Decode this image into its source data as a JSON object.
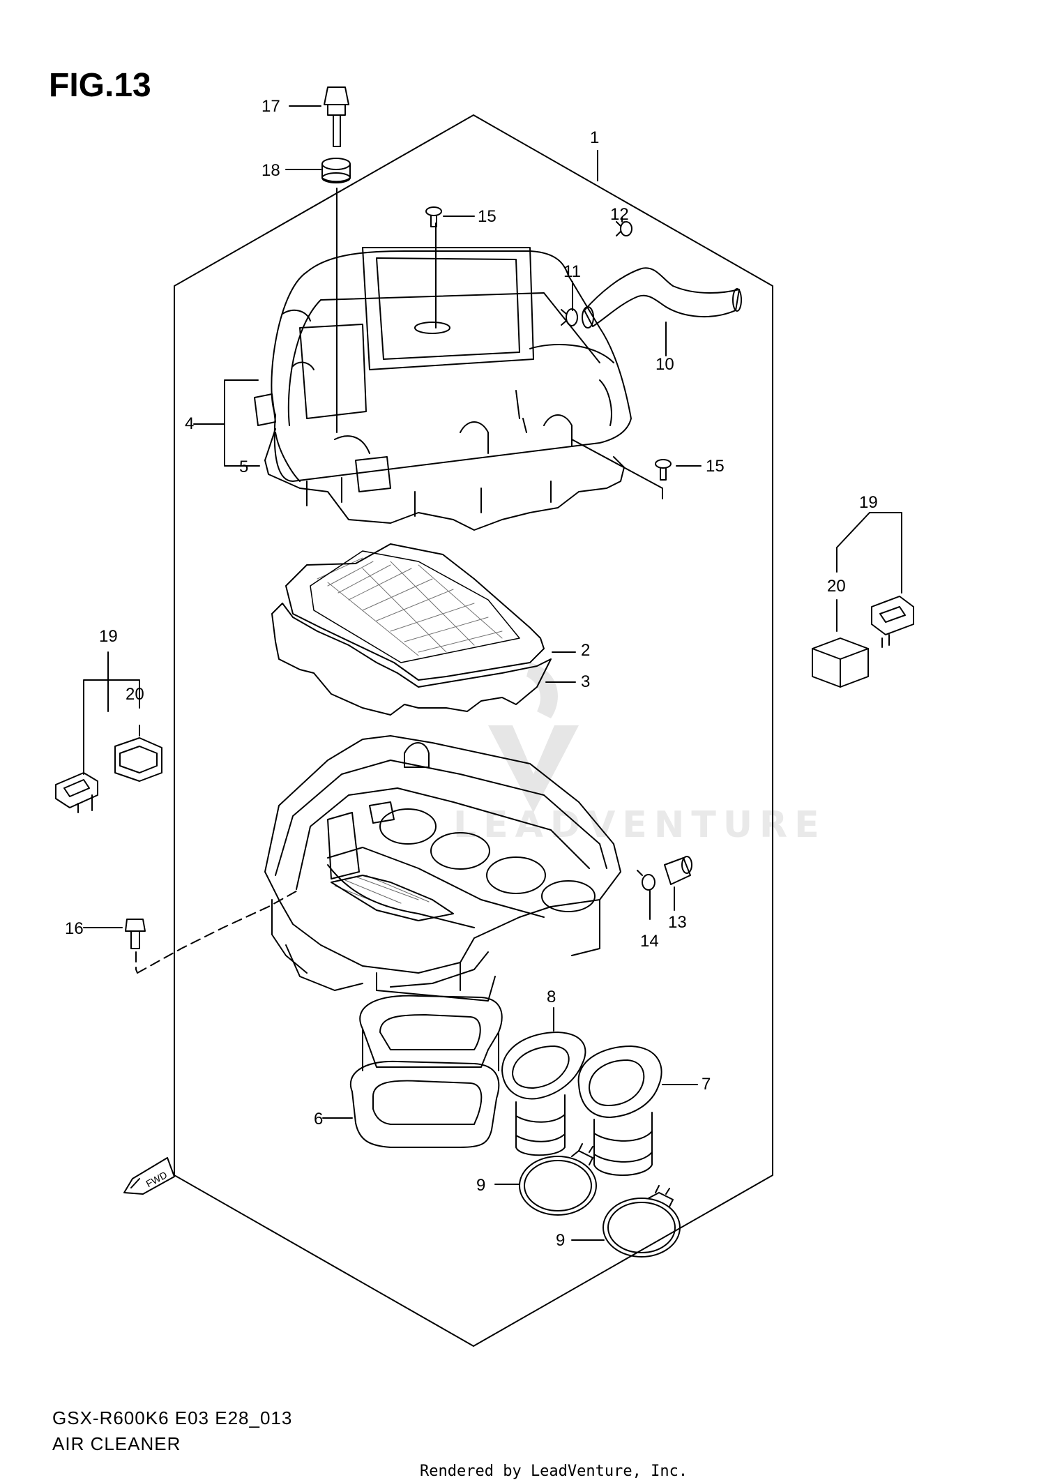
{
  "figure": {
    "title": "FIG.13"
  },
  "callouts": {
    "c1": "1",
    "c2": "2",
    "c3": "3",
    "c4": "4",
    "c5": "5",
    "c6": "6",
    "c7": "7",
    "c8": "8",
    "c9a": "9",
    "c9b": "9",
    "c10": "10",
    "c11": "11",
    "c12": "12",
    "c13": "13",
    "c14": "14",
    "c15a": "15",
    "c15b": "15",
    "c16": "16",
    "c17": "17",
    "c18": "18",
    "c19a": "19",
    "c19b": "19",
    "c20a": "20",
    "c20b": "20"
  },
  "fwd_label": "FWD",
  "watermark": "LEADVENTURE",
  "footer": {
    "model": "GSX-R600K6 E03 E28_013",
    "name": "AIR CLEANER",
    "rendered_by": "Rendered by LeadVenture, Inc."
  }
}
